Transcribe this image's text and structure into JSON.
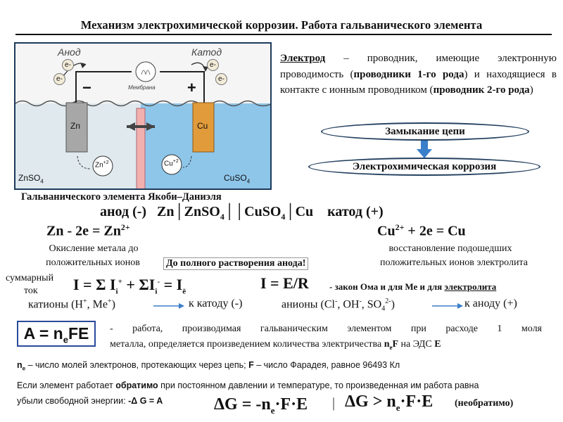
{
  "title": "Механизм электрохимической коррозии. Работа гальванического элемента",
  "diagram": {
    "anode_label": "Анод",
    "cathode_label": "Катод",
    "minus": "−",
    "plus": "+",
    "membrane_label": "Мембрана",
    "electron": "e-",
    "zn_electrode": "Zn",
    "cu_electrode": "Cu",
    "zn_ion": "Zn",
    "zn_ion_charge": "+2",
    "cu_ion": "Cu",
    "cu_ion_charge": "+2",
    "left_solution": "ZnSO",
    "left_solution_sub": "4",
    "right_solution": "CuSO",
    "right_solution_sub": "4",
    "caption": "Гальванического элемента Якоби–Даниэля"
  },
  "definition": {
    "term": "Электрод",
    "t1": " – проводник, имеющие электронную проводимость (",
    "b1": "проводники 1-го рода",
    "t2": ") и находящиеся в контакте с ионным проводником (",
    "b2": "проводник 2-го рода",
    "t3": ")"
  },
  "flow": {
    "top": "Замыкание цепи",
    "bottom": "Электрохимическая коррозия"
  },
  "scheme": {
    "anode": "анод (-)",
    "mid": "Zn│ZnSO",
    "s1": "4",
    "sep": "││CuSO",
    "s2": "4",
    "end": "│Cu",
    "cathode": "катод (+)"
  },
  "reactions": {
    "left": "Zn - 2e = Zn",
    "left_sup": "2+",
    "right": "Cu",
    "right_sup": "2+",
    "right_rest": " + 2e = Cu",
    "left_desc1": "Окисление метала до",
    "left_desc2": "положительных ионов",
    "right_desc1": "восстановление подошедших",
    "right_desc2": "положительных ионов электролита",
    "middle_note": "До полного растворения анода!"
  },
  "current": {
    "label1": "суммарный",
    "label2": "ток",
    "formula": "I = Σ I",
    "plus_sup": "+",
    "mid": " + ΣI",
    "minus_sup": "-",
    "end": " = I",
    "e_sub": "ē",
    "ohm": "I = E/R",
    "ohm_desc": "- закон Ома и для ",
    "ohm_me": "Ме",
    "ohm_and": " и для ",
    "ohm_electrolyte": "электролита"
  },
  "ions": {
    "cations": "катионы (H",
    "cat_sup1": "+",
    "cat_mid": ", Me",
    "cat_sup2": "+",
    "cat_end": ")",
    "to_cathode": "к катоду (-)",
    "anions": "анионы (Cl",
    "an_sup1": "-",
    "an_mid": ", OH",
    "an_sup2": "-",
    "an_mid2": ", SO",
    "an_sub": "4",
    "an_sup3": "2-",
    "an_end": ")",
    "to_anode": "к аноду (+)"
  },
  "work": {
    "formula": "A = n",
    "sub": "e",
    "rest": "FE",
    "desc1": "- работа, производимая гальваническим элементом при расходе 1 моля",
    "desc2a": "металла, определяется произведением количества электричества ",
    "desc2b": "n",
    "desc2c": "e",
    "desc2d": "F",
    "desc2e": " на ЭДС ",
    "desc2f": "E"
  },
  "note": {
    "ne": "n",
    "ne_sub": "e",
    "text1": " – число молей электронов, протекающих через цепь; ",
    "F": "F",
    "text2": " – число Фарадея, равное 96493 Кл"
  },
  "reversible": {
    "line1a": "Если элемент работает ",
    "line1b": "обратимо",
    "line1c": " при постоянном давлении и температуре, то произведенная им работа равна",
    "line2a": "убыли свободной энергии: ",
    "line2b": "-Δ G = A",
    "eq1": "ΔG = -n",
    "eq1_sub": "e",
    "eq1_rest": "·F·E",
    "bar": "|",
    "eq2": "ΔG > n",
    "eq2_sub": "e",
    "eq2_rest": "·F·E",
    "irrev": "(необратимо)"
  },
  "colors": {
    "zn_electrode": "#a7a7a7",
    "cu_electrode": "#e19b3a",
    "left_solution": "#dfe9ee",
    "right_solution": "#8ec6ea",
    "membrane": "#f1b0ae",
    "wire": "#222222",
    "accent_blue": "#23405f",
    "pill_fill": "#ffffff",
    "flow_arrow": "#3a7fc9"
  }
}
